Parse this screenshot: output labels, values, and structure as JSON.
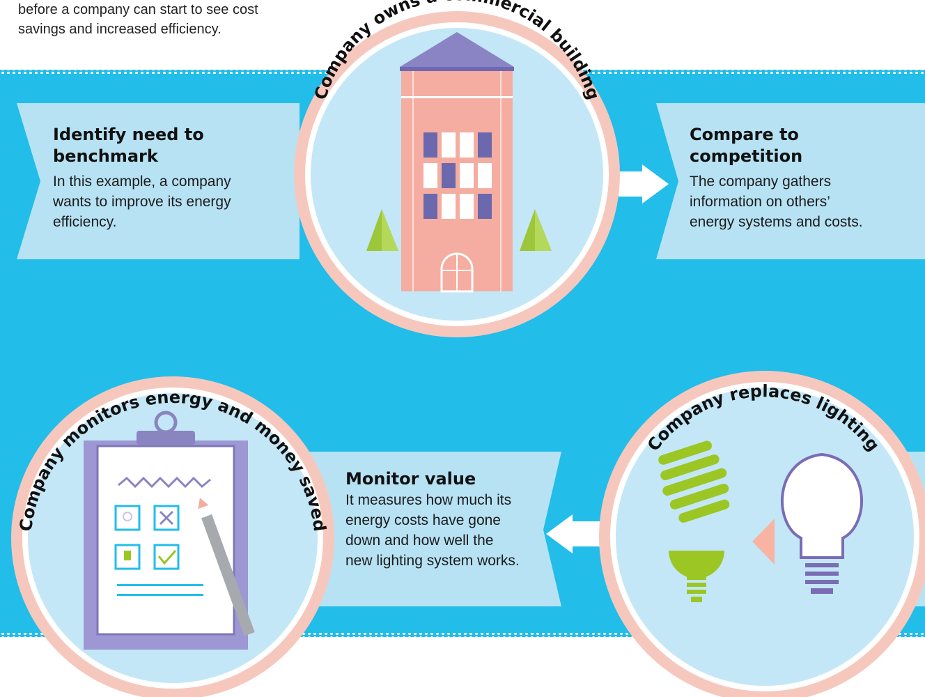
{
  "intro": {
    "line1": "before a company can start to see cost",
    "line2": "savings and increased efficiency."
  },
  "steps": {
    "identify": {
      "title_line1": "Identify need to",
      "title_line2": "benchmark",
      "body_line1": "In this example, a company",
      "body_line2": "wants to improve its energy",
      "body_line3": "efficiency."
    },
    "compare": {
      "title_line1": "Compare to",
      "title_line2": "competition",
      "body_line1": "The company gathers",
      "body_line2": "information on others’",
      "body_line3": "energy systems and costs."
    },
    "monitor": {
      "title": "Monitor value",
      "body_line1": "It measures how much its",
      "body_line2": "energy costs have gone",
      "body_line3": "down and how well the",
      "body_line4": "new lighting system works."
    }
  },
  "circles": {
    "building": "Company owns a commercial building",
    "lighting": "Company replaces lighting",
    "monitoring": "Company monitors energy and money saved"
  },
  "colors": {
    "band": "#22bde9",
    "banner": "#b7e2f4",
    "circle_fill": "#c3e7f6",
    "circle_ring": "#f6c8bd",
    "building": "#f4ada0",
    "roof": "#8b84c4",
    "window_purple": "#6b68ad",
    "tree": "#9dc63b",
    "bulb_green": "#9cc624",
    "bulb_outline": "#7a6cb5",
    "clipboard": "#9d97d3"
  }
}
